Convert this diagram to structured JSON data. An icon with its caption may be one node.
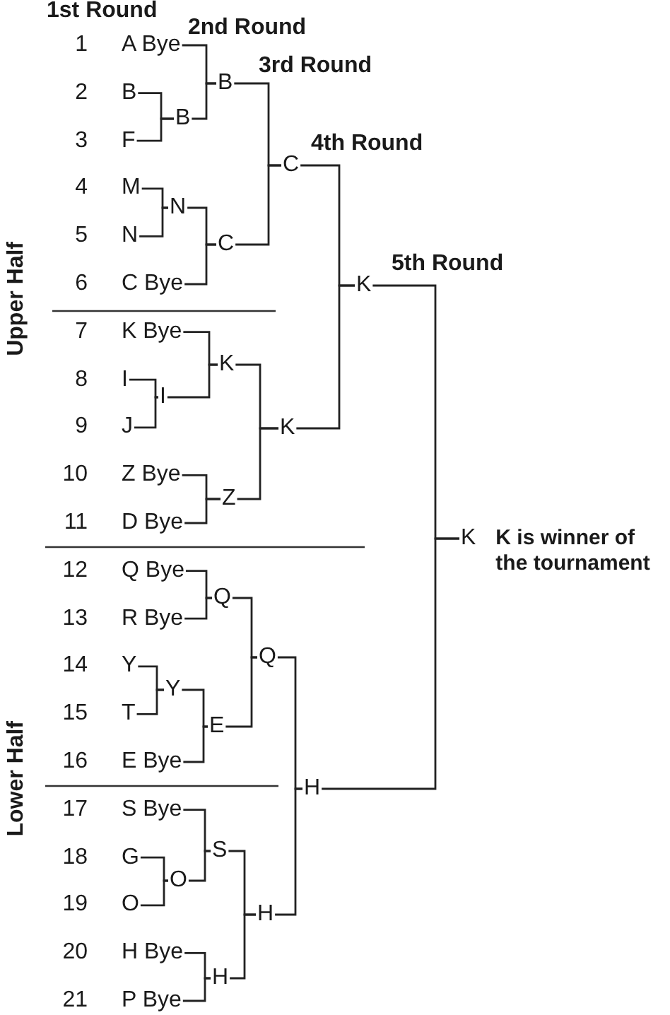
{
  "diagram": {
    "nodes": [
      {
        "text": [
          "A Bye"
        ],
        "beside": [
          "1"
        ]
      },
      {
        "text": [
          "B"
        ],
        "beside": [
          "2"
        ]
      },
      {
        "text": [
          "F"
        ],
        "beside": [
          "3"
        ]
      },
      {
        "text": [
          "M"
        ],
        "beside": [
          "4"
        ]
      },
      {
        "text": [
          "N"
        ],
        "beside": [
          "5"
        ]
      },
      {
        "text": [
          "C Bye"
        ],
        "beside": [
          "6"
        ]
      },
      {
        "text": [
          "K Bye"
        ],
        "beside": [
          "7"
        ]
      },
      {
        "text": [
          "I"
        ],
        "beside": [
          "8"
        ]
      },
      {
        "text": [
          "J"
        ],
        "beside": [
          "9"
        ]
      },
      {
        "text": [
          "Z Bye"
        ],
        "beside": [
          "10"
        ]
      },
      {
        "text": [
          "D Bye"
        ],
        "beside": [
          "11"
        ]
      },
      {
        "text": [
          "Q Bye"
        ],
        "beside": [
          "12"
        ]
      },
      {
        "text": [
          "R Bye"
        ],
        "beside": [
          "13"
        ]
      },
      {
        "text": [
          "Y"
        ],
        "beside": [
          "14"
        ]
      },
      {
        "text": [
          "T"
        ],
        "beside": [
          "15"
        ]
      },
      {
        "text": [
          "E Bye"
        ],
        "beside": [
          "16"
        ]
      },
      {
        "text": [
          "S Bye"
        ],
        "beside": [
          "17"
        ]
      },
      {
        "text": [
          "G"
        ],
        "beside": [
          "18"
        ]
      },
      {
        "text": [
          "O"
        ],
        "beside": [
          "19"
        ]
      },
      {
        "text": [
          "H Bye"
        ],
        "beside": [
          "20"
        ]
      },
      {
        "text": [
          "P Bye"
        ],
        "beside": [
          "21"
        ]
      },
      {
        "text": [
          "B"
        ]
      },
      {
        "text": [
          "N"
        ]
      },
      {
        "text": [
          "I"
        ]
      },
      {
        "text": [
          "Y"
        ]
      },
      {
        "text": [
          "O"
        ]
      },
      {
        "text": [
          "B"
        ]
      },
      {
        "text": [
          "C"
        ]
      },
      {
        "text": [
          "K"
        ]
      },
      {
        "text": [
          "Z"
        ]
      },
      {
        "text": [
          "Q"
        ]
      },
      {
        "text": [
          "E"
        ]
      },
      {
        "text": [
          "S"
        ]
      },
      {
        "text": [
          "H"
        ]
      },
      {
        "text": [
          "C"
        ]
      },
      {
        "text": [
          "K"
        ]
      },
      {
        "text": [
          "Q"
        ]
      },
      {
        "text": [
          "H"
        ]
      },
      {
        "text": [
          "K"
        ]
      },
      {
        "text": [
          "H"
        ]
      },
      {
        "text": [
          "K"
        ],
        "beside": [
          "K is winner of the tournament"
        ]
      }
    ],
    "edges": [
      {
        "from": 1,
        "to": 21,
        "arrow": "none"
      },
      {
        "from": 2,
        "to": 21,
        "arrow": "none"
      },
      {
        "from": 3,
        "to": 22,
        "arrow": "none"
      },
      {
        "from": 4,
        "to": 22,
        "arrow": "none"
      },
      {
        "from": 7,
        "to": 23,
        "arrow": "none"
      },
      {
        "from": 8,
        "to": 23,
        "arrow": "none"
      },
      {
        "from": 13,
        "to": 24,
        "arrow": "none"
      },
      {
        "from": 14,
        "to": 24,
        "arrow": "none"
      },
      {
        "from": 17,
        "to": 25,
        "arrow": "none"
      },
      {
        "from": 18,
        "to": 25,
        "arrow": "none"
      },
      {
        "from": 0,
        "to": 26,
        "arrow": "none"
      },
      {
        "from": 21,
        "to": 26,
        "arrow": "none"
      },
      {
        "from": 22,
        "to": 27,
        "arrow": "none"
      },
      {
        "from": 5,
        "to": 27,
        "arrow": "none"
      },
      {
        "from": 6,
        "to": 28,
        "arrow": "none"
      },
      {
        "from": 23,
        "to": 28,
        "arrow": "none"
      },
      {
        "from": 9,
        "to": 29,
        "arrow": "none"
      },
      {
        "from": 10,
        "to": 29,
        "arrow": "none"
      },
      {
        "from": 11,
        "to": 30,
        "arrow": "none"
      },
      {
        "from": 12,
        "to": 30,
        "arrow": "none"
      },
      {
        "from": 24,
        "to": 31,
        "arrow": "none"
      },
      {
        "from": 15,
        "to": 31,
        "arrow": "none"
      },
      {
        "from": 16,
        "to": 32,
        "arrow": "none"
      },
      {
        "from": 25,
        "to": 32,
        "arrow": "none"
      },
      {
        "from": 19,
        "to": 33,
        "arrow": "none"
      },
      {
        "from": 20,
        "to": 33,
        "arrow": "none"
      },
      {
        "from": 26,
        "to": 34,
        "arrow": "none"
      },
      {
        "from": 27,
        "to": 34,
        "arrow": "none"
      },
      {
        "from": 28,
        "to": 35,
        "arrow": "none"
      },
      {
        "from": 29,
        "to": 35,
        "arrow": "none"
      },
      {
        "from": 30,
        "to": 36,
        "arrow": "none"
      },
      {
        "from": 31,
        "to": 36,
        "arrow": "none"
      },
      {
        "from": 32,
        "to": 37,
        "arrow": "none"
      },
      {
        "from": 33,
        "to": 37,
        "arrow": "none"
      },
      {
        "from": 34,
        "to": 38,
        "arrow": "none"
      },
      {
        "from": 35,
        "to": 38,
        "arrow": "none"
      },
      {
        "from": 36,
        "to": 39,
        "arrow": "none"
      },
      {
        "from": 37,
        "to": 39,
        "arrow": "none"
      },
      {
        "from": 38,
        "to": 40,
        "arrow": "none"
      },
      {
        "from": 39,
        "to": 40,
        "arrow": "none"
      }
    ],
    "labels": [
      "1st Round",
      "2nd Round",
      "3rd Round",
      "4th Round",
      "5th Round",
      "Upper Half",
      "Lower Half"
    ]
  }
}
